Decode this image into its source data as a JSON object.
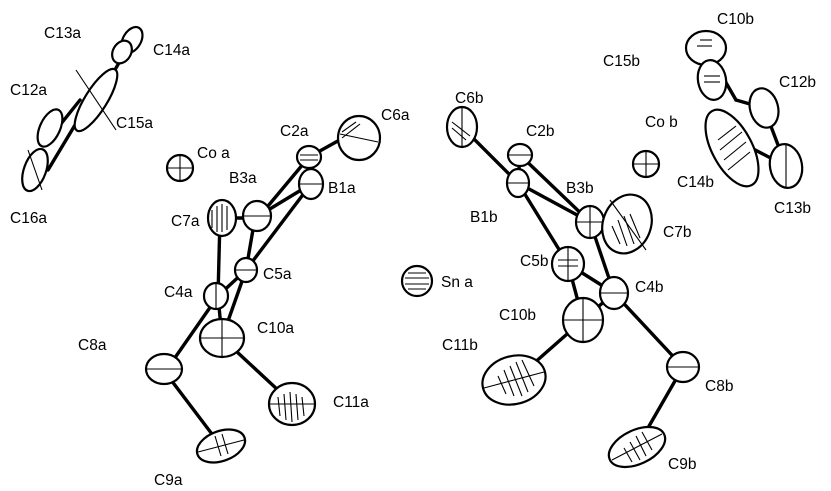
{
  "diagram": {
    "labels": {
      "C13a": "C13a",
      "C14a": "C14a",
      "C12a": "C12a",
      "C15a": "C15a",
      "C16a": "C16a",
      "Coa": "Co a",
      "C2a": "C2a",
      "C6a": "C6a",
      "B3a": "B3a",
      "B1a": "B1a",
      "C7a": "C7a",
      "C5a": "C5a",
      "C4a": "C4a",
      "C10a": "C10a",
      "C8a": "C8a",
      "C11a": "C11a",
      "C9a": "C9a",
      "Sna": "Sn a",
      "C6b": "C6b",
      "C2b": "C2b",
      "B3b": "B3b",
      "B1b": "B1b",
      "C5b": "C5b",
      "C10b": "C10b",
      "C11b": "C11b",
      "C4b": "C4b",
      "C7b": "C7b",
      "C8b": "C8b",
      "C9b": "C9b",
      "Cob": "Co b",
      "C14b": "C14b",
      "C15b": "C15b",
      "C10b_ring": "C10b",
      "C12b": "C12b",
      "C13b": "C13b"
    }
  }
}
